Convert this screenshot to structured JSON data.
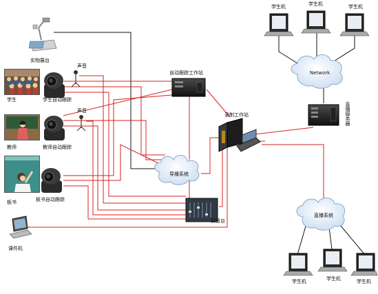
{
  "labels": {
    "visualizer": "实物展台",
    "mic_1": "声音",
    "mic_2": "声音",
    "student": "学生",
    "student_camera": "学生自动跟踪",
    "teacher": "教师",
    "teacher_camera": "教师自动跟踪",
    "board": "板书",
    "board_camera": "板书自动跟踪",
    "laptop": "课件机",
    "auto_workstation": "自动跟踪工作站",
    "control_workstation": "录制工作站",
    "switch_system": "导播系统",
    "mixer": "调音台",
    "network": "Network",
    "media_server": "直播服务器",
    "live_system": "直播系统",
    "top_pc_1": "学生机",
    "top_pc_2": "学生机",
    "top_pc_3": "学生机",
    "bottom_pc_1": "学生机",
    "bottom_pc_2": "学生机",
    "bottom_pc_3": "学生机"
  },
  "colors": {
    "video_line": "#d62020",
    "control_line": "#111111"
  }
}
